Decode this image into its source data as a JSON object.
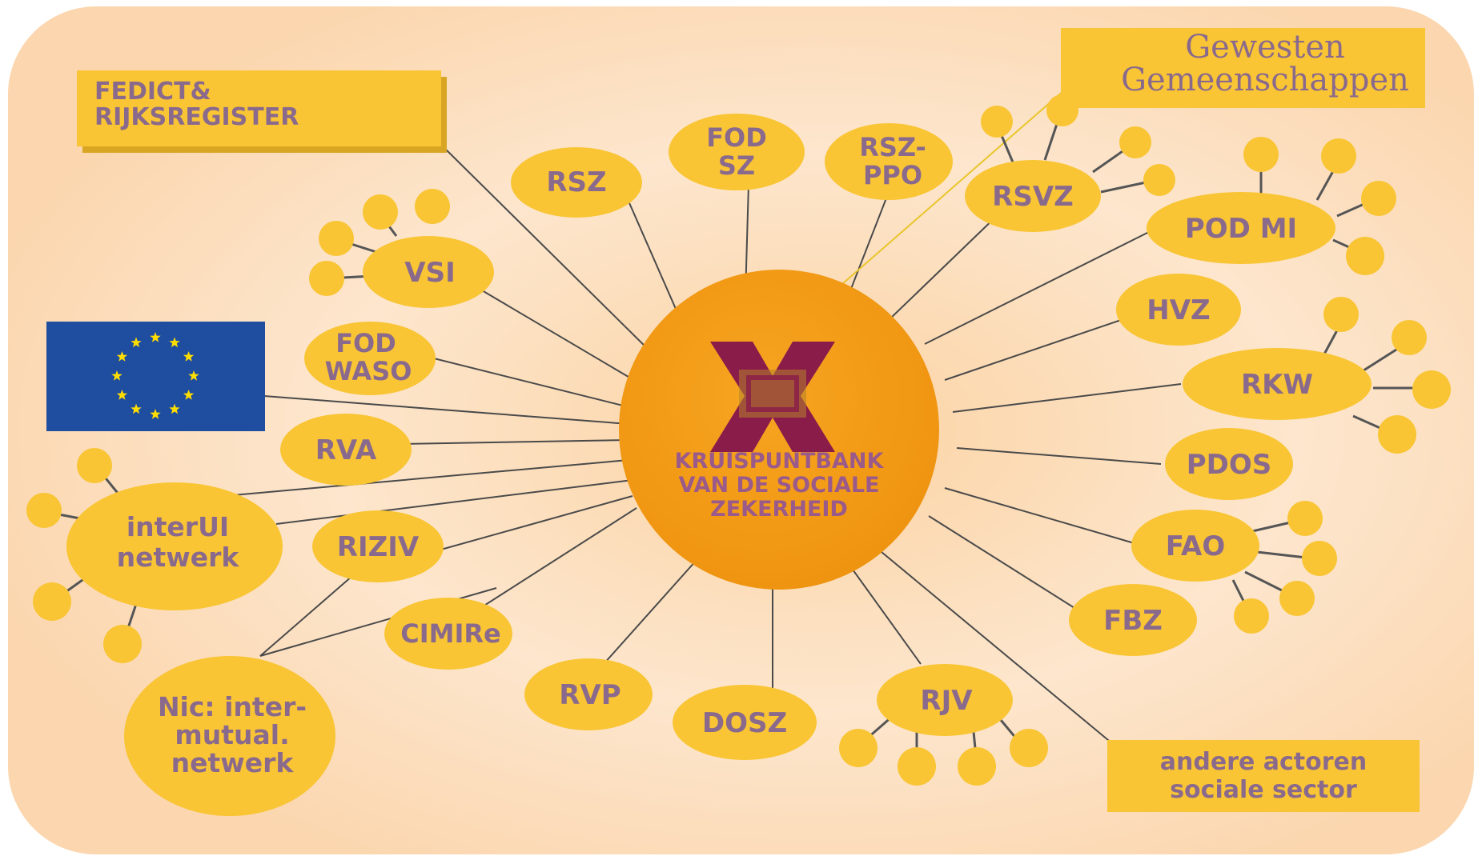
{
  "diagram": {
    "hub": {
      "lines": [
        "KRUISPUNTBANK",
        "VAN DE SOCIALE",
        "ZEKERHEID"
      ]
    },
    "boxes": {
      "fedict": [
        "FEDICT&",
        "RIJKSREGISTER"
      ],
      "gewesten": [
        "Gewesten",
        "Gemeenschappen"
      ],
      "andere": [
        "andere actoren",
        "sociale sector"
      ]
    },
    "nodes": {
      "rsz": [
        "RSZ"
      ],
      "fod_sz": [
        "FOD",
        "SZ"
      ],
      "rsz_ppo": [
        "RSZ-",
        "PPO"
      ],
      "rsvz": [
        "RSVZ"
      ],
      "pod_mi": [
        "POD MI"
      ],
      "hvz": [
        "HVZ"
      ],
      "rkw": [
        "RKW"
      ],
      "pdos": [
        "PDOS"
      ],
      "fao": [
        "FAO"
      ],
      "fbz": [
        "FBZ"
      ],
      "rjv": [
        "RJV"
      ],
      "dosz": [
        "DOSZ"
      ],
      "rvp": [
        "RVP"
      ],
      "cimire": [
        "CIMIRe"
      ],
      "riziv": [
        "RIZIV"
      ],
      "rva": [
        "RVA"
      ],
      "fod_waso": [
        "FOD",
        "WASO"
      ],
      "vsi": [
        "VSI"
      ],
      "interui": [
        "interUI",
        "netwerk"
      ],
      "nic": [
        "Nic: inter-",
        "mutual.",
        "netwerk"
      ]
    },
    "flag": {
      "icon": "eu-flag-icon"
    },
    "colors": {
      "node": "#f9c534",
      "hub": "#f29a12",
      "label": "#8a6a8c",
      "background_glow": "#fde0bd"
    }
  }
}
